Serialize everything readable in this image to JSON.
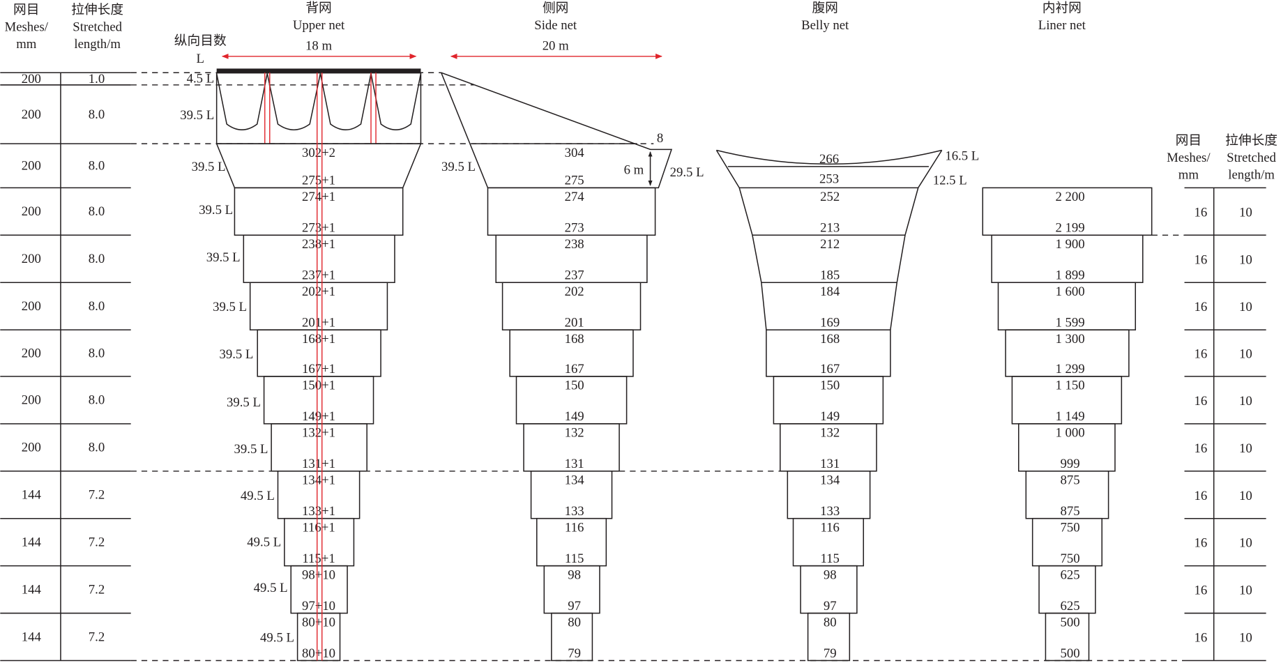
{
  "colors": {
    "line": "#231f20",
    "accent": "#e0242b"
  },
  "left_table": {
    "header_mesh": [
      "网目",
      "Meshes/",
      "mm"
    ],
    "header_len": [
      "拉伸长度",
      "Stretched",
      "length/m"
    ],
    "rows": [
      {
        "mesh": "200",
        "len": "1.0"
      },
      {
        "mesh": "200",
        "len": "8.0"
      },
      {
        "mesh": "200",
        "len": "8.0"
      },
      {
        "mesh": "200",
        "len": "8.0"
      },
      {
        "mesh": "200",
        "len": "8.0"
      },
      {
        "mesh": "200",
        "len": "8.0"
      },
      {
        "mesh": "200",
        "len": "8.0"
      },
      {
        "mesh": "200",
        "len": "8.0"
      },
      {
        "mesh": "200",
        "len": "8.0"
      },
      {
        "mesh": "144",
        "len": "7.2"
      },
      {
        "mesh": "144",
        "len": "7.2"
      },
      {
        "mesh": "144",
        "len": "7.2"
      },
      {
        "mesh": "144",
        "len": "7.2"
      }
    ]
  },
  "longitudinal_label": [
    "纵向目数",
    "L"
  ],
  "upper_net": {
    "title_cn": "背网",
    "title_en": "Upper net",
    "width": "18 m",
    "side_labels": [
      "4.5 L",
      "39.5 L",
      "39.5 L",
      "39.5 L",
      "39.5 L",
      "39.5 L",
      "39.5 L",
      "39.5 L",
      "39.5 L",
      "49.5 L",
      "49.5 L",
      "49.5 L",
      "49.5 L"
    ],
    "sections": [
      {
        "top": "302+2",
        "bottom": "275+1"
      },
      {
        "top": "274+1",
        "bottom": "273+1"
      },
      {
        "top": "238+1",
        "bottom": "237+1"
      },
      {
        "top": "202+1",
        "bottom": "201+1"
      },
      {
        "top": "168+1",
        "bottom": "167+1"
      },
      {
        "top": "150+1",
        "bottom": "149+1"
      },
      {
        "top": "132+1",
        "bottom": "131+1"
      },
      {
        "top": "134+1",
        "bottom": "133+1"
      },
      {
        "top": "116+1",
        "bottom": "115+1"
      },
      {
        "top": "98+10",
        "bottom": "97+10"
      },
      {
        "top": "80+10",
        "bottom": "80+10"
      }
    ]
  },
  "side_net": {
    "title_cn": "侧网",
    "title_en": "Side net",
    "width": "20 m",
    "side_label": "39.5 L",
    "tip_top": "8",
    "tip_height": "6 m",
    "tip_label": "29.5 L",
    "sections": [
      {
        "top": "304",
        "bottom": "275"
      },
      {
        "top": "274",
        "bottom": "273"
      },
      {
        "top": "238",
        "bottom": "237"
      },
      {
        "top": "202",
        "bottom": "201"
      },
      {
        "top": "168",
        "bottom": "167"
      },
      {
        "top": "150",
        "bottom": "149"
      },
      {
        "top": "132",
        "bottom": "131"
      },
      {
        "top": "134",
        "bottom": "133"
      },
      {
        "top": "116",
        "bottom": "115"
      },
      {
        "top": "98",
        "bottom": "97"
      },
      {
        "top": "80",
        "bottom": "79"
      }
    ]
  },
  "belly_net": {
    "title_cn": "腹网",
    "title_en": "Belly net",
    "wing_label_1": "16.5 L",
    "wing_label_2": "12.5 L",
    "wing_values": [
      "266",
      "253"
    ],
    "sections": [
      {
        "top": "252",
        "bottom": "213"
      },
      {
        "top": "212",
        "bottom": "185"
      },
      {
        "top": "184",
        "bottom": "169"
      },
      {
        "top": "168",
        "bottom": "167"
      },
      {
        "top": "150",
        "bottom": "149"
      },
      {
        "top": "132",
        "bottom": "131"
      },
      {
        "top": "134",
        "bottom": "133"
      },
      {
        "top": "116",
        "bottom": "115"
      },
      {
        "top": "98",
        "bottom": "97"
      },
      {
        "top": "80",
        "bottom": "79"
      }
    ]
  },
  "liner_net": {
    "title_cn": "内衬网",
    "title_en": "Liner net",
    "sections": [
      {
        "top": "2 200",
        "bottom": "2 199"
      },
      {
        "top": "1 900",
        "bottom": "1 899"
      },
      {
        "top": "1 600",
        "bottom": "1 599"
      },
      {
        "top": "1 300",
        "bottom": "1 299"
      },
      {
        "top": "1 150",
        "bottom": "1 149"
      },
      {
        "top": "1 000",
        "bottom": "999"
      },
      {
        "top": "875",
        "bottom": "875"
      },
      {
        "top": "750",
        "bottom": "750"
      },
      {
        "top": "625",
        "bottom": "625"
      },
      {
        "top": "500",
        "bottom": "500"
      }
    ]
  },
  "right_table": {
    "header_mesh": [
      "网目",
      "Meshes/",
      "mm"
    ],
    "header_len": [
      "拉伸长度",
      "Stretched",
      "length/m"
    ],
    "rows": [
      {
        "mesh": "16",
        "len": "10"
      },
      {
        "mesh": "16",
        "len": "10"
      },
      {
        "mesh": "16",
        "len": "10"
      },
      {
        "mesh": "16",
        "len": "10"
      },
      {
        "mesh": "16",
        "len": "10"
      },
      {
        "mesh": "16",
        "len": "10"
      },
      {
        "mesh": "16",
        "len": "10"
      },
      {
        "mesh": "16",
        "len": "10"
      },
      {
        "mesh": "16",
        "len": "10"
      },
      {
        "mesh": "16",
        "len": "10"
      }
    ]
  }
}
